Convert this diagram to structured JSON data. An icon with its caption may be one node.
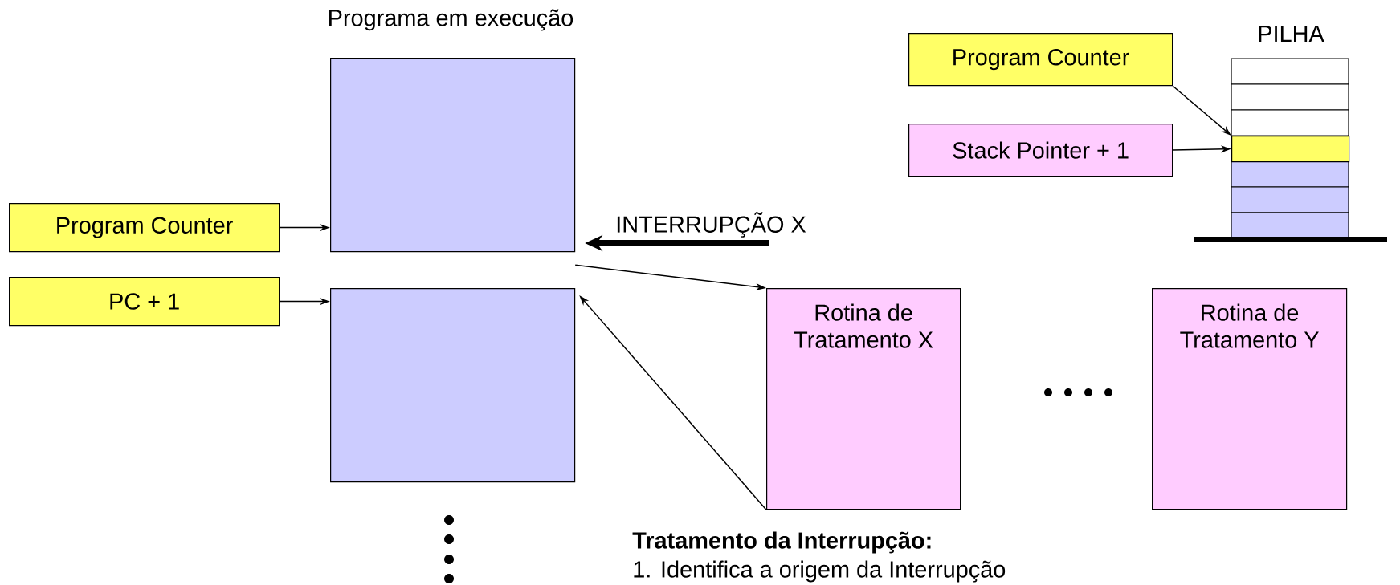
{
  "diagram": {
    "nodes": [
      {
        "text": [
          "Program Counter"
        ]
      },
      {
        "text": [
          "PC + 1"
        ]
      },
      {
        "text": [],
        "shape": "box"
      },
      {
        "text": [],
        "shape": "box"
      },
      {
        "text": [
          "Rotina de Tratamento X"
        ]
      },
      {
        "text": [
          "Rotina de Tratamento Y"
        ]
      },
      {
        "text": [
          "Program Counter"
        ]
      },
      {
        "text": [
          "Stack Pointer + 1"
        ]
      },
      {
        "text": [],
        "shape": "box"
      }
    ],
    "edges": [
      {
        "from": 0,
        "to": 2,
        "arrow": "to"
      },
      {
        "from": 1,
        "to": 3,
        "arrow": "to"
      },
      {
        "from": null,
        "to": 2,
        "arrow": "to",
        "style": "thick",
        "label": "INTERRUPÇÃO X"
      },
      {
        "from": 2,
        "to": 4,
        "arrow": "to"
      },
      {
        "from": 4,
        "to": 3,
        "arrow": "to"
      },
      {
        "from": 6,
        "to": 8,
        "arrow": "to"
      },
      {
        "from": 7,
        "to": 8,
        "arrow": "to"
      }
    ],
    "labels": [
      "Programa em execução",
      "PILHA",
      "Tratamento da Interrupção:",
      "1. Identifica a origem da Interrupção"
    ]
  }
}
